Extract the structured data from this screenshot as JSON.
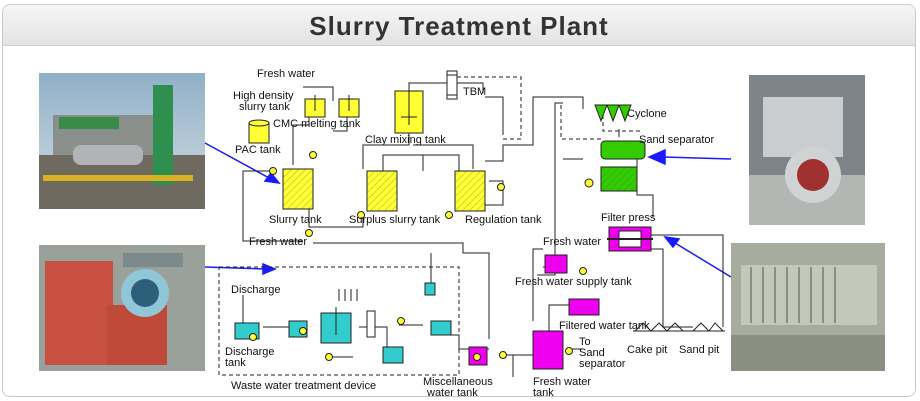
{
  "title": "Slurry Treatment Plant",
  "labels": {
    "fresh_water_top": "Fresh water",
    "high_density_1": "High density",
    "high_density_2": "slurry tank",
    "cmc": "CMC melting tank",
    "clay": "Clay mixing tank",
    "tbm": "TBM",
    "cyclone": "Cyclone",
    "sand_separator": "Sand separator",
    "pac": "PAC tank",
    "slurry_tank": "Slurry tank",
    "surplus": "Surplus slurry tank",
    "regulation": "Regulation tank",
    "fresh_water_left": "Fresh water",
    "filter_press": "Filter press",
    "fresh_water_mid": "Fresh water",
    "fresh_water_supply": "Fresh water supply tank",
    "filtered_water": "Filtered water tank",
    "cake_pit": "Cake pit",
    "sand_pit": "Sand pit",
    "discharge": "Discharge",
    "discharge_tank_1": "Discharge",
    "discharge_tank_2": "tank",
    "to_sand_1": "To",
    "to_sand_2": "Sand",
    "to_sand_3": "separator",
    "wastewater": "Waste water treatment device",
    "misc_1": "Miscellaneous",
    "misc_2": "water tank",
    "fresh_water_tank_1": "Fresh water",
    "fresh_water_tank_2": "tank"
  },
  "colors": {
    "tank_yellow": "#ffff33",
    "tank_cyan": "#33cccc",
    "tank_magenta": "#ee00ee",
    "equip_green": "#33cc00",
    "arrow_blue": "#1a1aff"
  }
}
